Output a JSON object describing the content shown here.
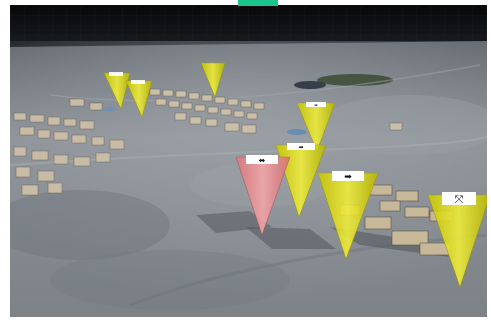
{
  "viewport": {
    "sky_color": "#0d0f12",
    "terrain_color": "#8e9396",
    "marker_color_default": "#e5e51a",
    "marker_color_selected": "#f08a8e",
    "indicator_color": "#19c48d"
  },
  "markers": [
    {
      "id": "m1",
      "state": "default"
    },
    {
      "id": "m2",
      "state": "default"
    },
    {
      "id": "m3",
      "state": "default"
    },
    {
      "id": "m4",
      "state": "default"
    },
    {
      "id": "m5",
      "state": "default"
    },
    {
      "id": "m6",
      "state": "default"
    },
    {
      "id": "m7",
      "state": "default"
    },
    {
      "id": "m8",
      "state": "selected"
    }
  ],
  "icons": {
    "marker_glyph": "arrow-sign-icon"
  }
}
